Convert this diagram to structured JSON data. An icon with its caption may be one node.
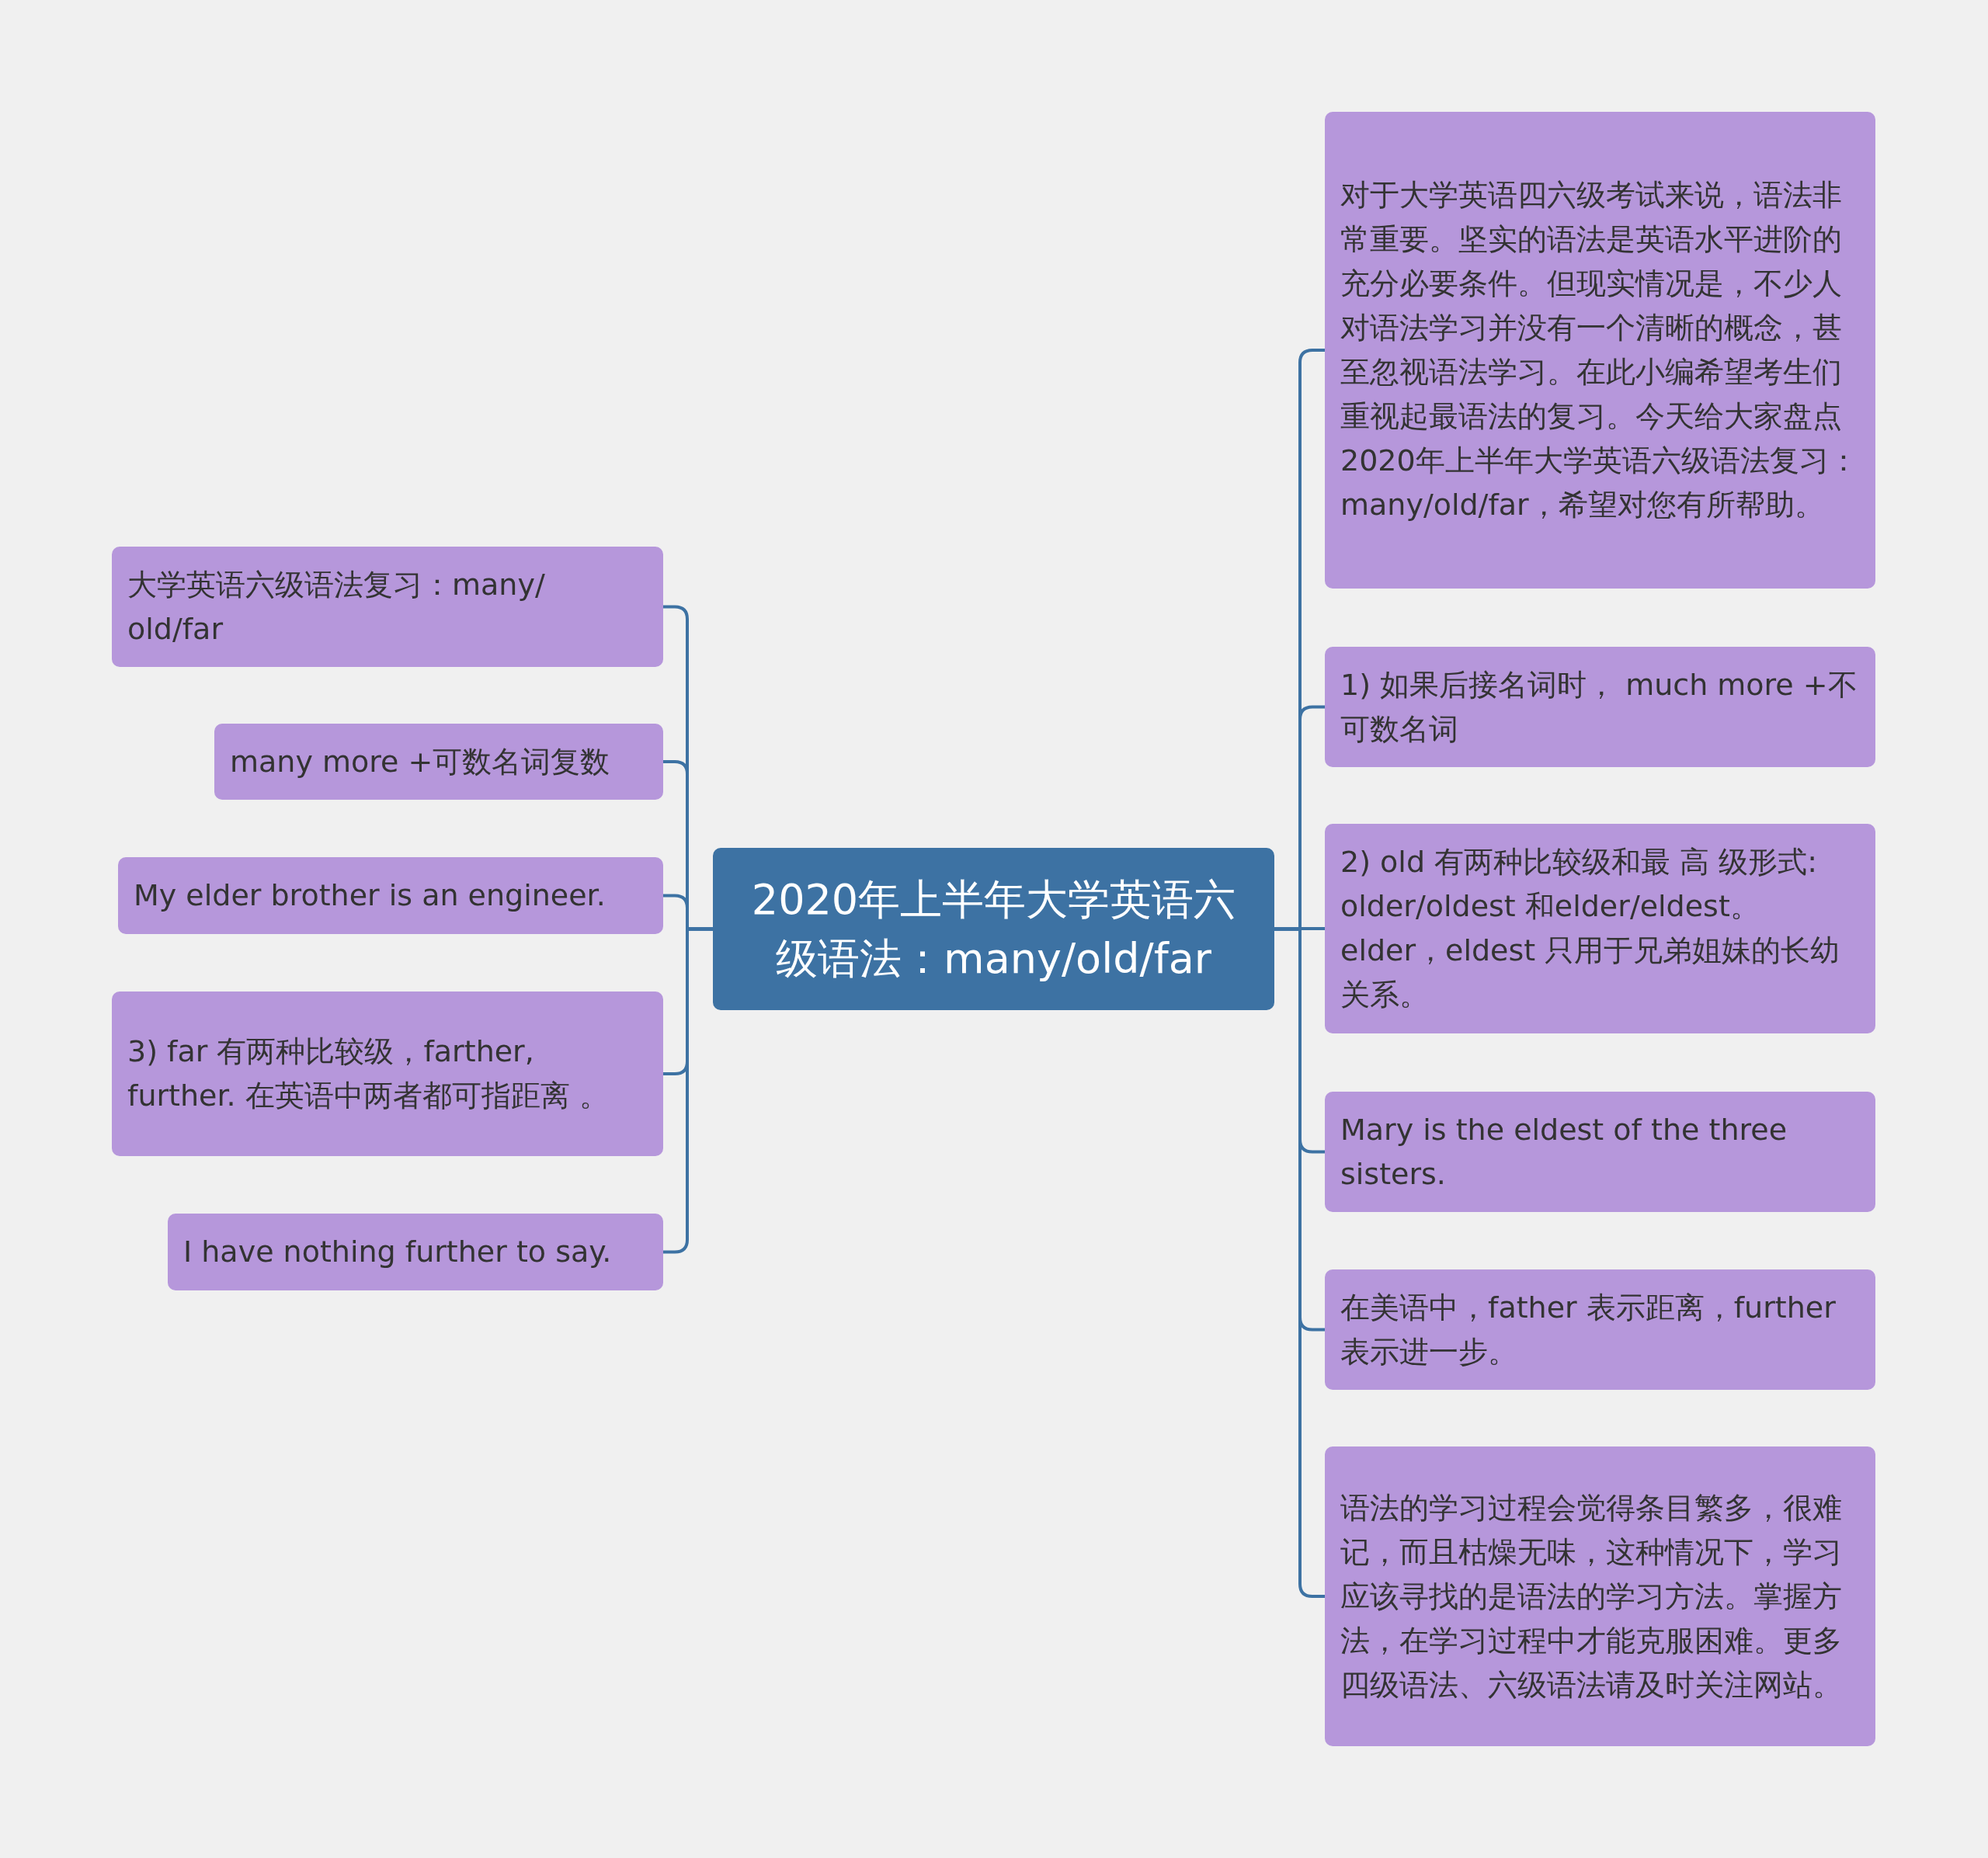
{
  "diagram": {
    "nodes": [
      {
        "text": [
          "2020年上半年大学英语六级语法：many/old/far"
        ]
      },
      {
        "text": [
          "大学英语六级语法复习：many/ old/far"
        ]
      },
      {
        "text": [
          "many more +可数名词复数"
        ]
      },
      {
        "text": [
          "My elder brother is an engineer."
        ]
      },
      {
        "text": [
          "3) far 有两种比较级，farther, further. 在英语中两者都可指距离 。"
        ]
      },
      {
        "text": [
          "I have nothing further to say."
        ]
      },
      {
        "text": [
          "对于大学英语四六级考试来说，语法非常重要。坚实的语法是英语水平进阶的充分必要条件。但现实情况是，不少人对语法学习并没有一个清晰的概念，甚至忽视语法学习。在此小编希望考生们重视起最语法的复习。今天给大家盘点2020年上半年大学英语六级语法复习：many/old/far，希望对您有所帮助。"
        ]
      },
      {
        "text": [
          "1) 如果后接名词时， much more +不可数名词"
        ]
      },
      {
        "text": [
          "2) old 有两种比较级和最 高 级形式: older/oldest 和elder/eldest。 elder，eldest 只用于兄弟姐妹的长幼关系。"
        ]
      },
      {
        "text": [
          "Mary is the eldest of the three sisters."
        ]
      },
      {
        "text": [
          "在美语中，father 表示距离，further表示进一步。"
        ]
      },
      {
        "text": [
          "语法的学习过程会觉得条目繁多，很难记，而且枯燥无味，这种情况下，学习应该寻找的是语法的学习方法。掌握方法，在学习过程中才能克服困难。更多四级语法、六级语法请及时关注网站。"
        ]
      }
    ],
    "edges": [
      {
        "from": 0,
        "to": 1,
        "arrow": "none"
      },
      {
        "from": 0,
        "to": 2,
        "arrow": "none"
      },
      {
        "from": 0,
        "to": 3,
        "arrow": "none"
      },
      {
        "from": 0,
        "to": 4,
        "arrow": "none"
      },
      {
        "from": 0,
        "to": 5,
        "arrow": "none"
      },
      {
        "from": 0,
        "to": 6,
        "arrow": "none"
      },
      {
        "from": 0,
        "to": 7,
        "arrow": "none"
      },
      {
        "from": 0,
        "to": 8,
        "arrow": "none"
      },
      {
        "from": 0,
        "to": 9,
        "arrow": "none"
      },
      {
        "from": 0,
        "to": 10,
        "arrow": "none"
      },
      {
        "from": 0,
        "to": 11,
        "arrow": "none"
      }
    ]
  }
}
